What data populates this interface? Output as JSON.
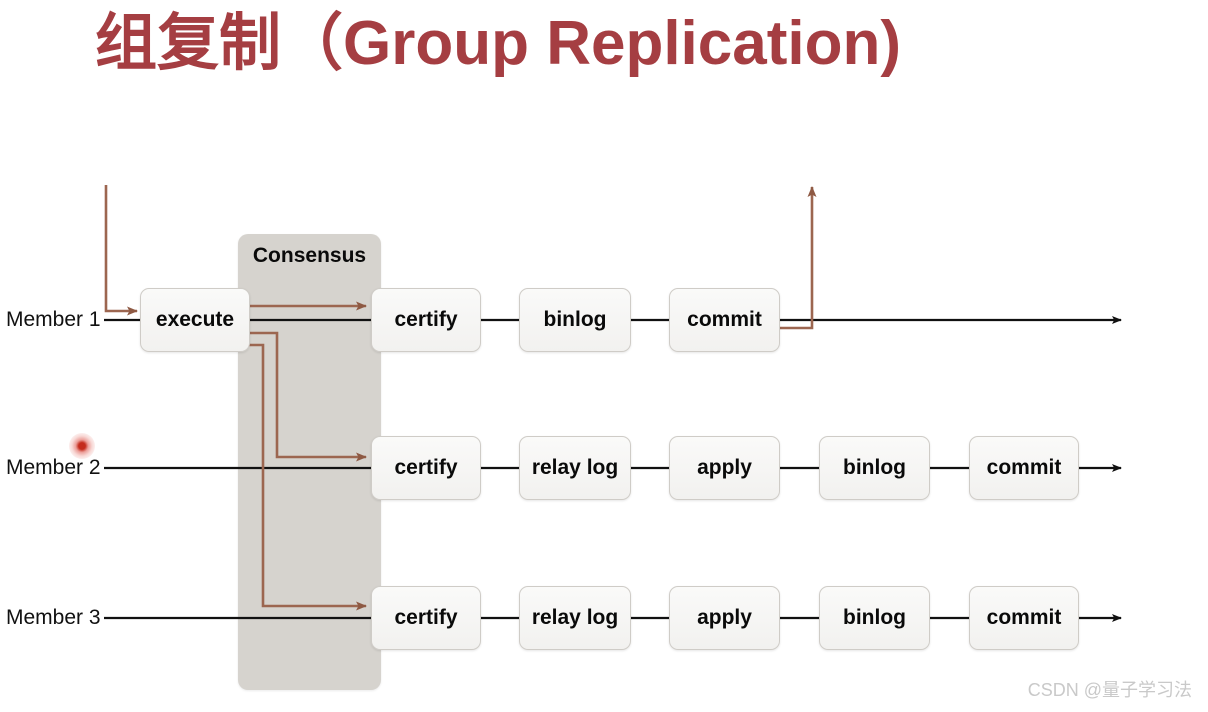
{
  "slide": {
    "title": "组复制（Group Replication)",
    "title_color": "#A53E42",
    "background": "#ffffff"
  },
  "diagram": {
    "consensus": {
      "label": "Consensus",
      "fill": "#D6D3CE"
    },
    "flow_line_color": "#9C6650",
    "timeline_color": "#111111",
    "rows": [
      {
        "member_label": "Member 1",
        "boxes": [
          "execute",
          "certify",
          "binlog",
          "commit"
        ]
      },
      {
        "member_label": "Member 2",
        "boxes": [
          "certify",
          "relay log",
          "apply",
          "binlog",
          "commit"
        ]
      },
      {
        "member_label": "Member 3",
        "boxes": [
          "certify",
          "relay log",
          "apply",
          "binlog",
          "commit"
        ]
      }
    ]
  },
  "marker": {
    "name": "click-indicator",
    "color": "#C42B1C"
  },
  "watermark": {
    "text": "CSDN @量子学习法"
  }
}
